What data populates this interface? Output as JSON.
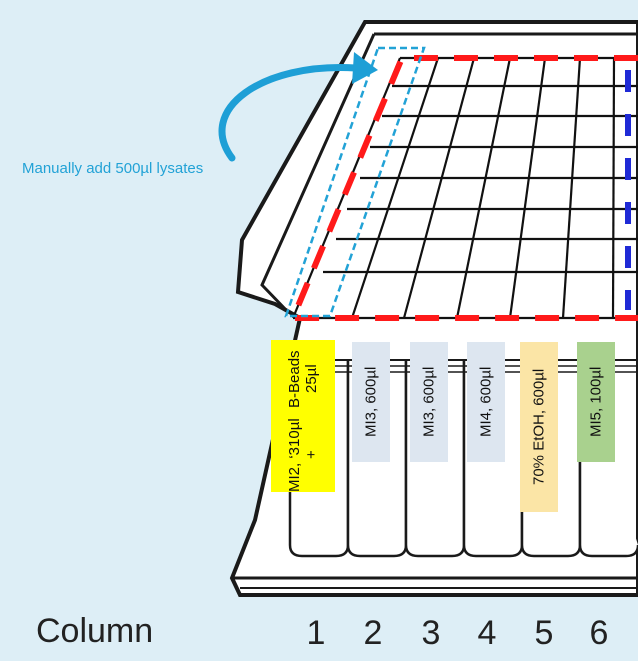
{
  "annotation": "Manually add 500µl lysates",
  "column_word": "Column",
  "column_numbers": [
    "1",
    "2",
    "3",
    "4",
    "5",
    "6"
  ],
  "reagents": [
    {
      "line1": "MI2, ‘310µl +",
      "line2": "B-Beads 25µl",
      "color": "#ffff00"
    },
    {
      "line1": "MI3, 600µl",
      "line2": "",
      "color": "#dde6f0"
    },
    {
      "line1": "MI3, 600µl",
      "line2": "",
      "color": "#dde6f0"
    },
    {
      "line1": "MI4, 600µl",
      "line2": "",
      "color": "#dde6f0"
    },
    {
      "line1": "70% EtOH, 600µl",
      "line2": "",
      "color": "#fbe5a6"
    },
    {
      "line1": "MI5, 100µl",
      "line2": "",
      "color": "#a9d18e"
    }
  ],
  "colors": {
    "background": "#ddeef6",
    "plate_line": "#1a1a1a",
    "red_dash": "#ff1a1a",
    "blue_dash": "#22a2d6",
    "blue_edge": "#1f2ad6"
  }
}
